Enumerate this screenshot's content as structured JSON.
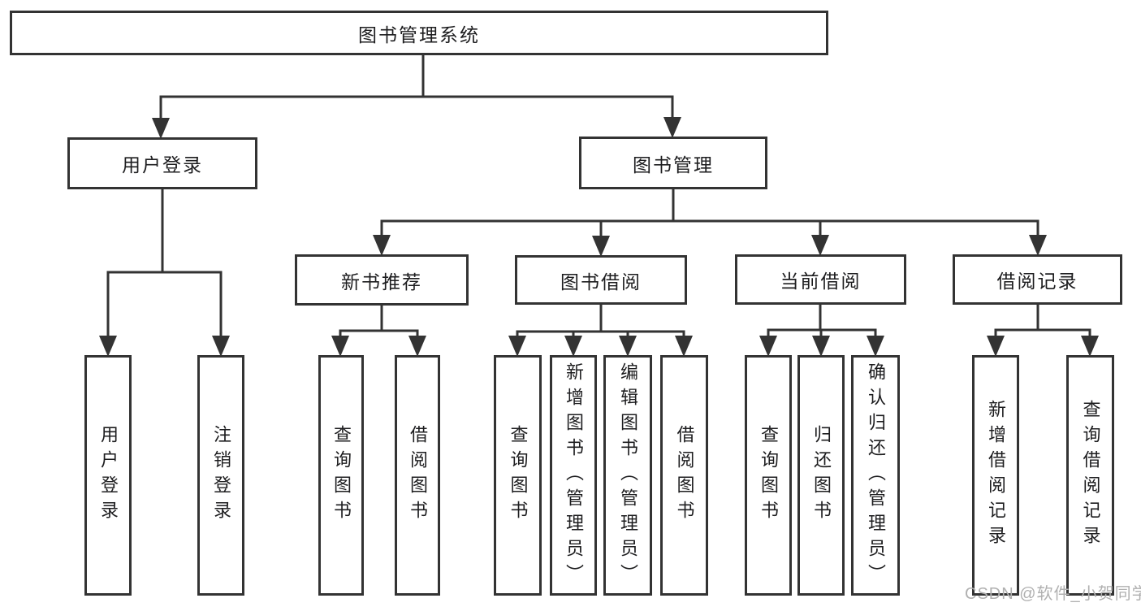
{
  "tree": {
    "root": {
      "label": "图书管理系统"
    },
    "branches": [
      {
        "label": "用户登录",
        "children": [
          {
            "label": "用户登录"
          },
          {
            "label": "注销登录"
          }
        ]
      },
      {
        "label": "图书管理",
        "children": [
          {
            "label": "新书推荐",
            "children": [
              {
                "label": "查询图书"
              },
              {
                "label": "借阅图书"
              }
            ]
          },
          {
            "label": "图书借阅",
            "children": [
              {
                "label": "查询图书"
              },
              {
                "label": "新增图书（管理员）"
              },
              {
                "label": "编辑图书（管理员）"
              },
              {
                "label": "借阅图书"
              }
            ]
          },
          {
            "label": "当前借阅",
            "children": [
              {
                "label": "查询图书"
              },
              {
                "label": "归还图书"
              },
              {
                "label": "确认归还（管理员）"
              }
            ]
          },
          {
            "label": "借阅记录",
            "children": [
              {
                "label": "新增借阅记录"
              },
              {
                "label": "查询借阅记录"
              }
            ]
          }
        ]
      }
    ]
  },
  "watermark": "CSDN @软件_小贺同学",
  "colors": {
    "line": "#333333",
    "text": "#1d1d1f",
    "watermark": "#b0b0b0",
    "background": "#ffffff"
  }
}
